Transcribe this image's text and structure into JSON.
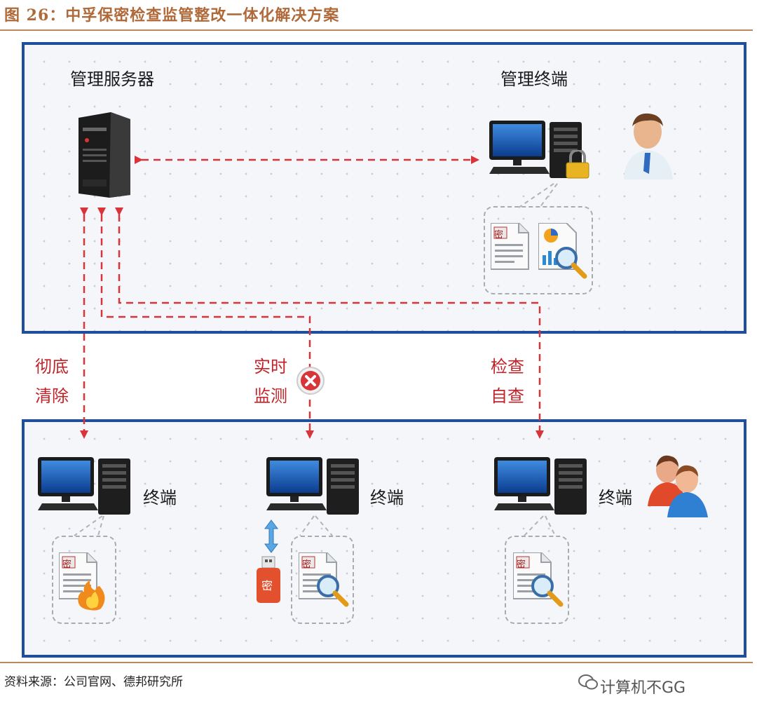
{
  "figure": {
    "title": "图 26：中孚保密检查监管整改一体化解决方案",
    "source": "资料来源：公司官网、德邦研究所",
    "watermark": "计算机不GG"
  },
  "top_panel": {
    "server_label": "管理服务器",
    "terminal_label": "管理终端"
  },
  "flows": {
    "clear": [
      "彻底",
      "清除"
    ],
    "monitor": [
      "实时",
      "监测"
    ],
    "check": [
      "检查",
      "自查"
    ]
  },
  "bottom_panel": {
    "terminals": [
      "终端",
      "终端",
      "终端"
    ]
  },
  "doc_badge": "密",
  "usb_badge": "密",
  "icons": [
    "server-icon",
    "computer-icon",
    "padlock-icon",
    "admin-user-icon",
    "secret-document-icon",
    "report-magnifier-icon",
    "fire-icon",
    "usb-drive-icon",
    "magnifier-icon",
    "users-icon",
    "blocked-x-icon",
    "bidirectional-arrow-icon",
    "wechat-icon"
  ],
  "colors": {
    "panel_border": "#1f4e9c",
    "flow_red": "#d8343a",
    "title": "#b06a3a"
  }
}
